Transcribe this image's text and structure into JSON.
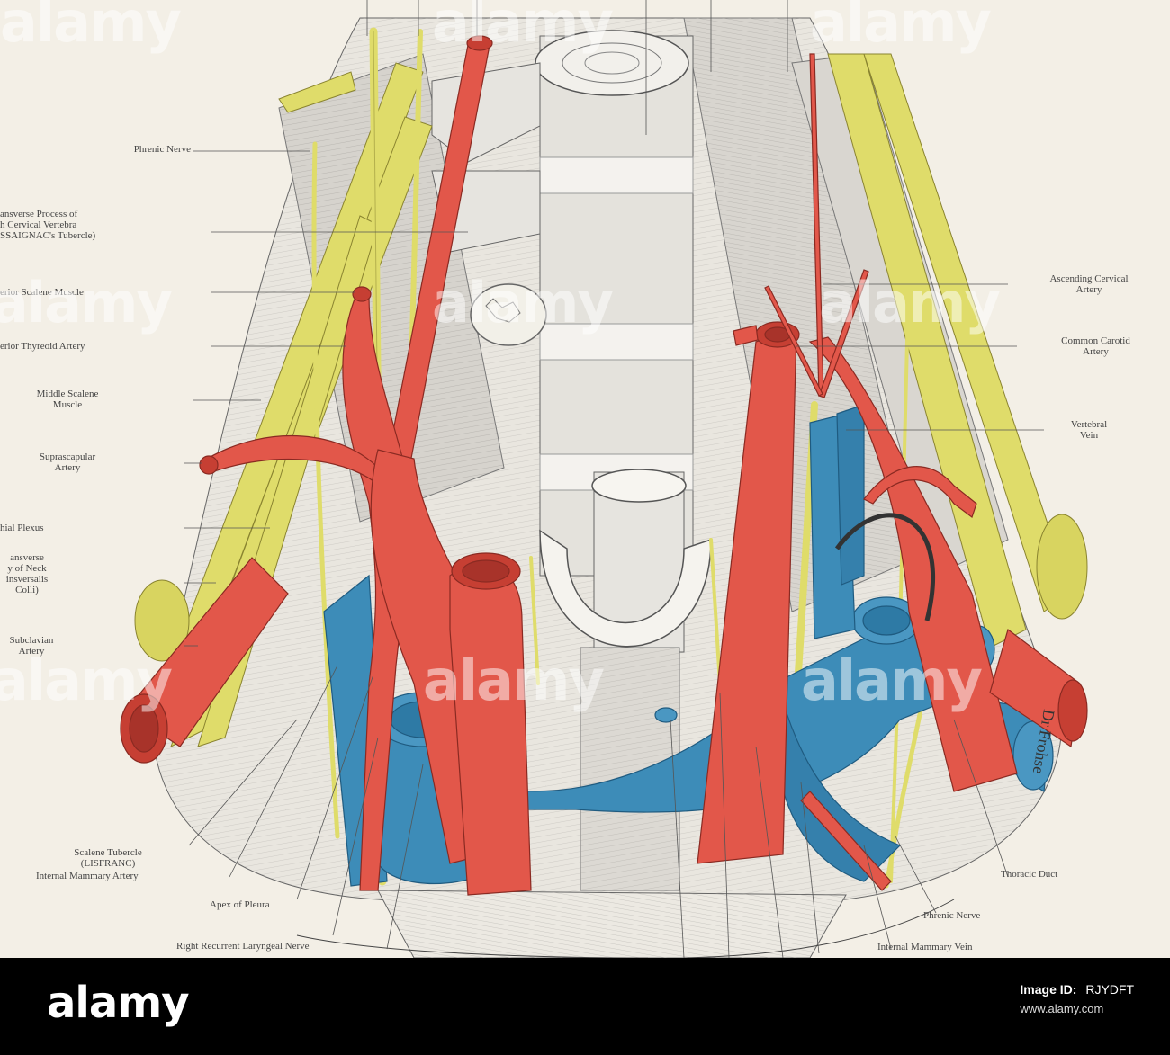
{
  "labels": {
    "phrenic_left": "Phrenic Nerve",
    "transverse_1": "ansverse Process of",
    "transverse_2": "h Cervical Vertebra",
    "transverse_3": "SSAIGNAC's Tubercle)",
    "ant_scalene": "erior Scalene Muscle",
    "inf_thyroid": "erior Thyreoid Artery",
    "middle_scalene_1": "Middle Scalene",
    "middle_scalene_2": "Muscle",
    "suprascap_1": "Suprascapular",
    "suprascap_2": "Artery",
    "brachial": "hial Plexus",
    "trans_neck_1": "ansverse",
    "trans_neck_2": "y of Neck",
    "trans_neck_3": "insversalis",
    "trans_neck_4": "Colli)",
    "subclavian_1": "Subclavian",
    "subclavian_2": "Artery",
    "asc_cervical_1": "Ascending Cervical",
    "asc_cervical_2": "Artery",
    "common_carotid_1": "Common Carotid",
    "common_carotid_2": "Artery",
    "vertebral_1": "Vertebral",
    "vertebral_2": "Vein",
    "scalene_tub_1": "Scalene Tubercle",
    "scalene_tub_2": "(LISFRANC)",
    "int_mammary_a": "Internal Mammary Artery",
    "apex_pleura": "Apex of Pleura",
    "right_recurrent": "Right Recurrent Laryngeal Nerve",
    "thoracic_duct": "Thoracic Duct",
    "phrenic_right": "Phrenic Nerve",
    "int_mammary_v": "Internal Mammary Vein",
    "signature": "Dr Frohse"
  },
  "watermark": "alamy",
  "footer": {
    "logo": "alamy",
    "image_id_label": "Image ID:",
    "image_id": "RJYDFT",
    "site": "www.alamy.com"
  },
  "colors": {
    "artery": "#e2574a",
    "vein": "#3d8cb8",
    "nerve": "#dfdc6a",
    "bone": "#e6e4df"
  }
}
